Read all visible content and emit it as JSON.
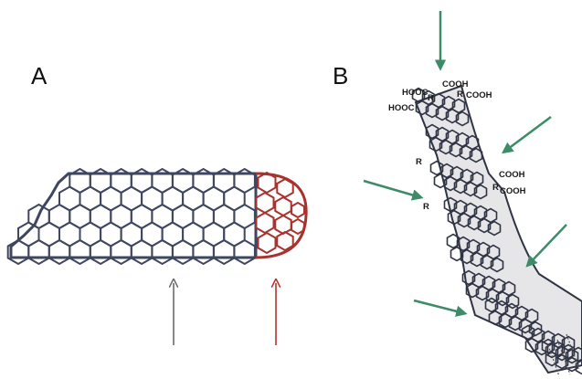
{
  "panels": {
    "a_label": "A",
    "b_label": "B"
  },
  "groups": {
    "cooh_1": "COOH",
    "hooc_1": "HOOC",
    "hooc_2": "HOOC",
    "cooh_2": "COOH",
    "cooh_3": "COOH",
    "cooh_4": "COOH",
    "r_1": "R",
    "r_2": "R",
    "r_3": "R",
    "r_4": "R"
  },
  "colors": {
    "sidewall": "#3f4660",
    "cap": "#a8322d",
    "arrow_grey": "#6b6b6b",
    "arrow_red": "#b8302a",
    "arrow_green": "#3c8c68",
    "tube_b": "#2f3444"
  }
}
